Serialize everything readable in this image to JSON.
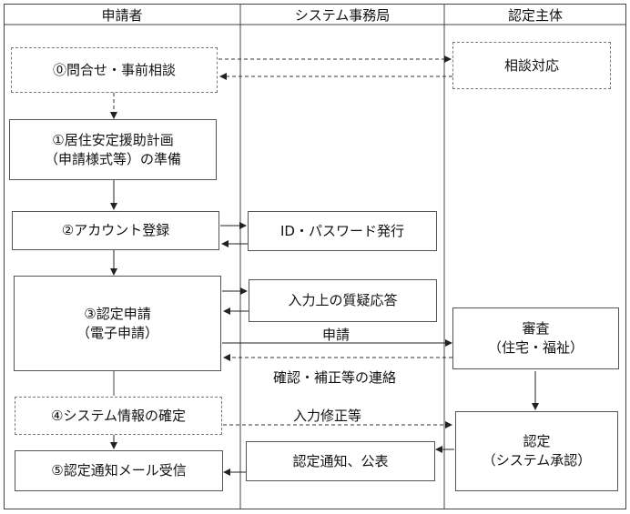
{
  "lanes": {
    "applicant": "申請者",
    "secretariat": "システム事務局",
    "certifier": "認定主体"
  },
  "steps": {
    "inquiry": "⓪問合せ・事前相談",
    "consult": "相談対応",
    "plan_prep": "①居住安定援助計画\n（申請様式等）の準備",
    "account": "②アカウント登録",
    "id_issue": "ID・パスワード発行",
    "apply": "③認定申請\n（電子申請）",
    "qa": "入力上の質疑応答",
    "review": "審査\n（住宅・福祉）",
    "confirm": "④システム情報の確定",
    "certify": "認定\n（システム承認）",
    "notice": "認定通知、公表",
    "mail": "⑤認定通知メール受信"
  },
  "flow_labels": {
    "application": "申請",
    "correction_contact": "確認・補正等の連絡",
    "input_fix": "入力修正等"
  }
}
